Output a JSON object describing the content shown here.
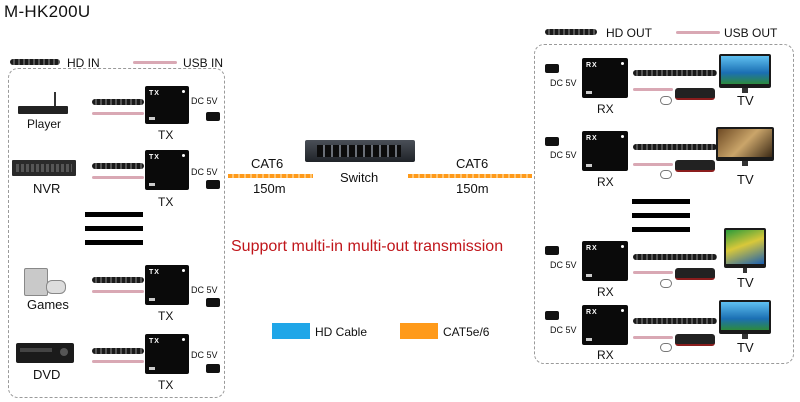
{
  "title": "M-HK200U",
  "headline": "Support multi-in multi-out transmission",
  "left_panel": {
    "hd_in_label": "HD IN",
    "usb_in_label": "USB IN",
    "sources": [
      {
        "label": "Player",
        "tx_label": "TX",
        "power_label": "DC 5V"
      },
      {
        "label": "NVR",
        "tx_label": "TX",
        "power_label": "DC 5V"
      },
      {
        "label": "Games",
        "tx_label": "TX",
        "power_label": "DC 5V"
      },
      {
        "label": "DVD",
        "tx_label": "TX",
        "power_label": "DC 5V"
      }
    ],
    "box_tag": "TX"
  },
  "center": {
    "left_cable_type": "CAT6",
    "left_cable_length": "150m",
    "switch_label": "Switch",
    "right_cable_type": "CAT6",
    "right_cable_length": "150m"
  },
  "right_panel": {
    "hd_out_label": "HD OUT",
    "usb_out_label": "USB OUT",
    "receivers": [
      {
        "rx_label": "RX",
        "power_label": "DC 5V",
        "display_label": "TV"
      },
      {
        "rx_label": "RX",
        "power_label": "DC 5V",
        "display_label": "TV"
      },
      {
        "rx_label": "RX",
        "power_label": "DC 5V",
        "display_label": "TV"
      },
      {
        "rx_label": "RX",
        "power_label": "DC 5V",
        "display_label": "TV"
      }
    ],
    "box_tag": "RX"
  },
  "legend": {
    "items": [
      {
        "label": "HD Cable",
        "color": "#1fa6e8"
      },
      {
        "label": "CAT5e/6",
        "color": "#ff9a1a"
      }
    ]
  },
  "colors": {
    "headline": "#c0161b",
    "cat_cable": "#ff9a1a",
    "hd_cable": "#1fa6e8"
  }
}
